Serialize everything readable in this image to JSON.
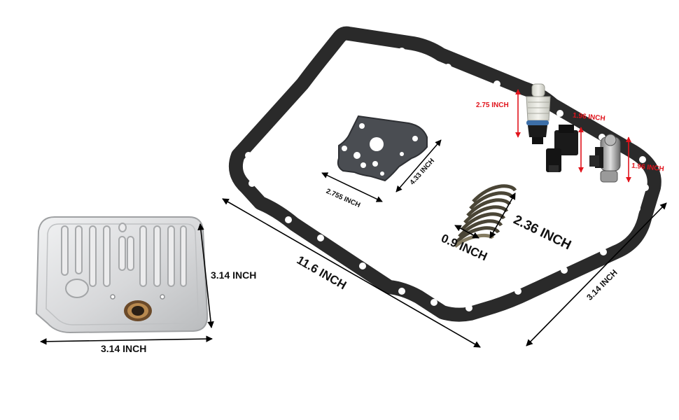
{
  "colors": {
    "gasket": "#2a2a2a",
    "gasket_hole": "#ffffff",
    "filter": "#d9dadb",
    "filter_dark": "#a9abad",
    "dimension_black": "#000000",
    "dimension_red": "#e1141c",
    "spring": "#5b5545"
  },
  "labels": {
    "filter_height": "3.14 INCH",
    "filter_width": "3.14 INCH",
    "gasket_length": "11.6 INCH",
    "gasket_width": "3.14 INCH",
    "plate_width": "2.755 INCH",
    "plate_height": "4.33 INCH",
    "spring_length": "2.36 INCH",
    "spring_diameter": "0.9 INCH",
    "sensor_height": "2.75 INCH",
    "solenoid1_height": "1.96 INCH",
    "solenoid2_height": "1.96 INCH"
  },
  "icons": [
    "transmission-filter-icon",
    "pan-gasket-icon",
    "separator-plate-icon",
    "spring-icon",
    "speed-sensor-icon",
    "solenoid-icon"
  ]
}
